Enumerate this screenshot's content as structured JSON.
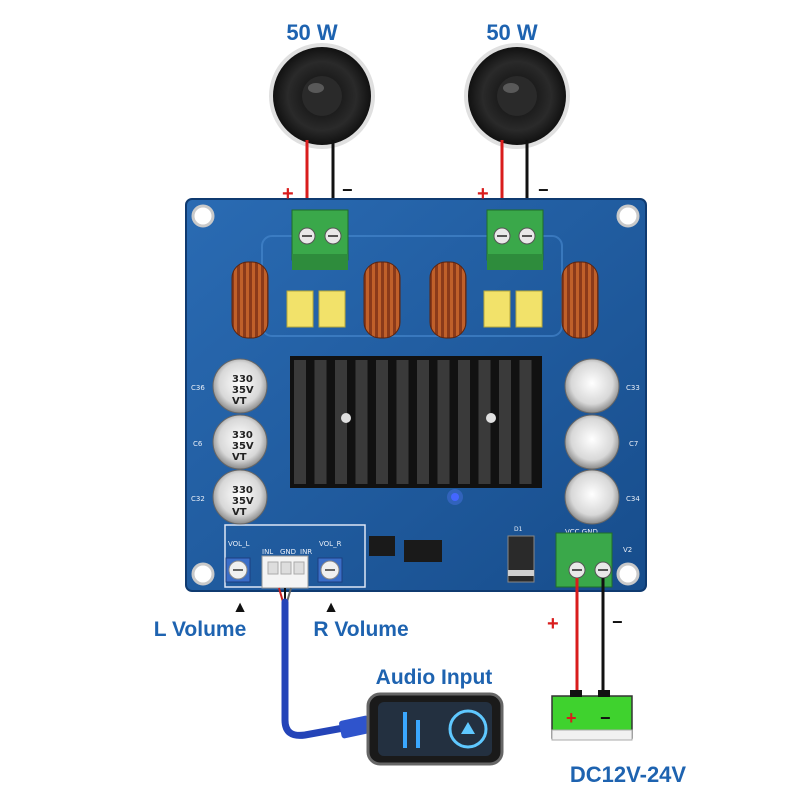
{
  "speakers": {
    "left_power": "50 W",
    "right_power": "50 W"
  },
  "polarity": {
    "plus": "+",
    "minus": "−"
  },
  "controls": {
    "left_volume": "L Volume",
    "right_volume": "R Volume",
    "left_arrow": "▲",
    "right_arrow": "▲"
  },
  "audio_input": "Audio Input",
  "power_supply": "DC12V-24V",
  "board": {
    "vol_l": "VOL_L",
    "vol_r": "VOL_R",
    "inl": "INL",
    "gnd": "GND",
    "inr": "INR",
    "vcc_gnd": "VCC GND",
    "v2": "V2",
    "c36": "C36",
    "c6": "C6",
    "c32": "C32",
    "c33": "C33",
    "c7": "C7",
    "c34": "C34",
    "d1": "D1",
    "cap_value": "330",
    "cap_voltage": "35V",
    "cap_series": "VT"
  },
  "colors": {
    "pcb": "#1f5a9e",
    "accent_blue": "#1e63b0",
    "wire_red": "#d91d1d",
    "terminal_green": "#3aa84a",
    "battery_green": "#3fd22e"
  }
}
